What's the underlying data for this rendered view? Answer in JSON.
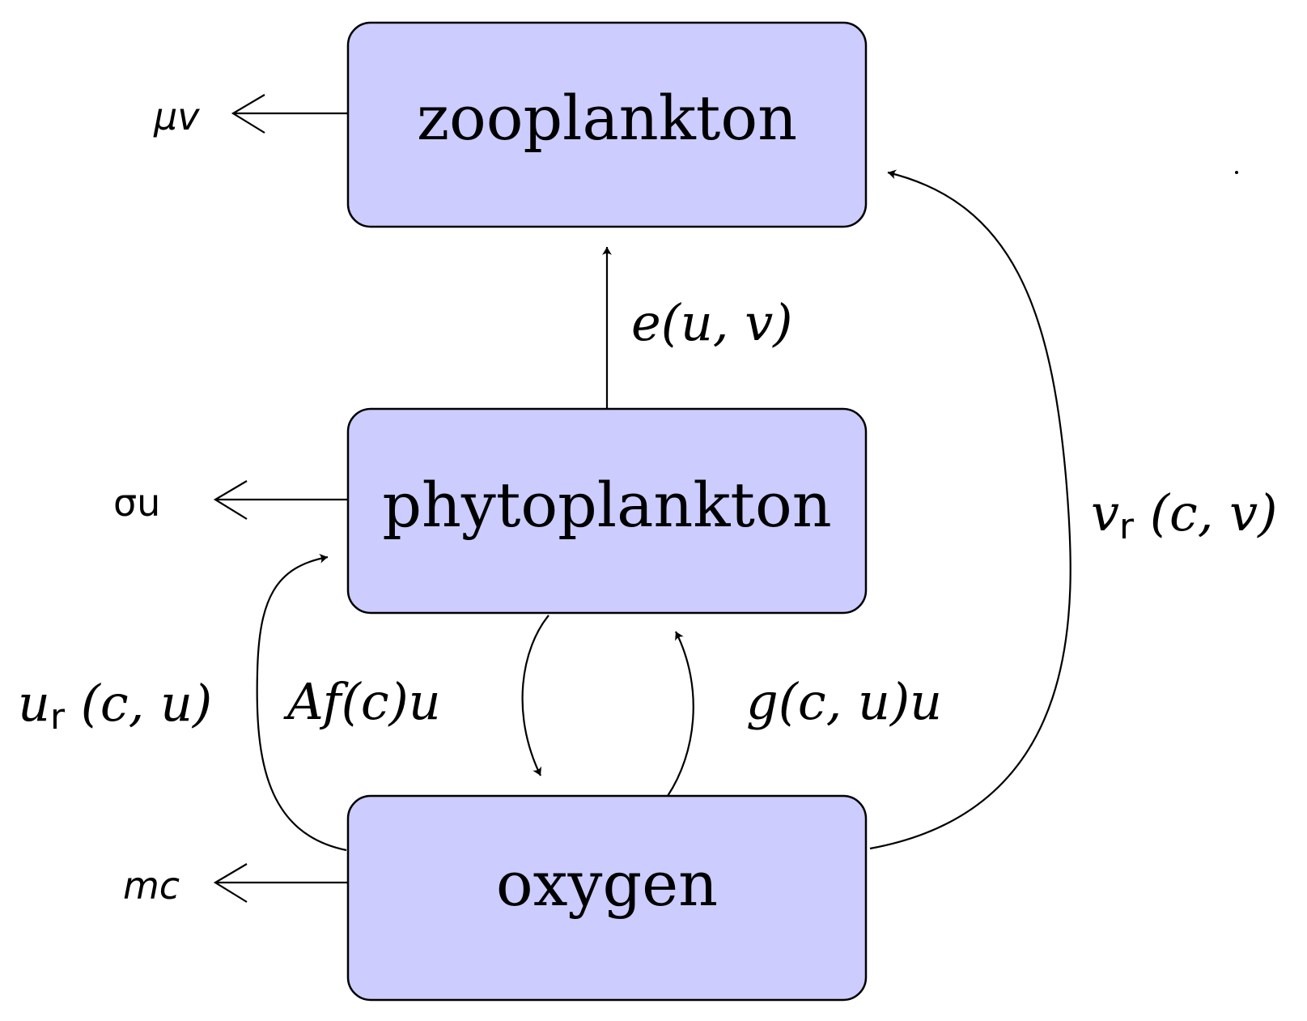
{
  "nodes": {
    "zooplankton": "zooplankton",
    "phytoplankton": "phytoplankton",
    "oxygen": "oxygen"
  },
  "losses": {
    "zooplankton": "μv",
    "phytoplankton": "σu",
    "oxygen": "mc"
  },
  "flows": {
    "phyto_to_zoo": "e(u, v)",
    "oxygen_to_zoo": {
      "main": "v",
      "sub": "r",
      "rest": " (c, v)"
    },
    "oxygen_to_phyto": {
      "main": "u",
      "sub": "r",
      "rest": " (c, u)"
    },
    "phyto_to_oxygen": "Af(c)u",
    "oxygen_to_phyto_growth": "g(c, u)u"
  }
}
